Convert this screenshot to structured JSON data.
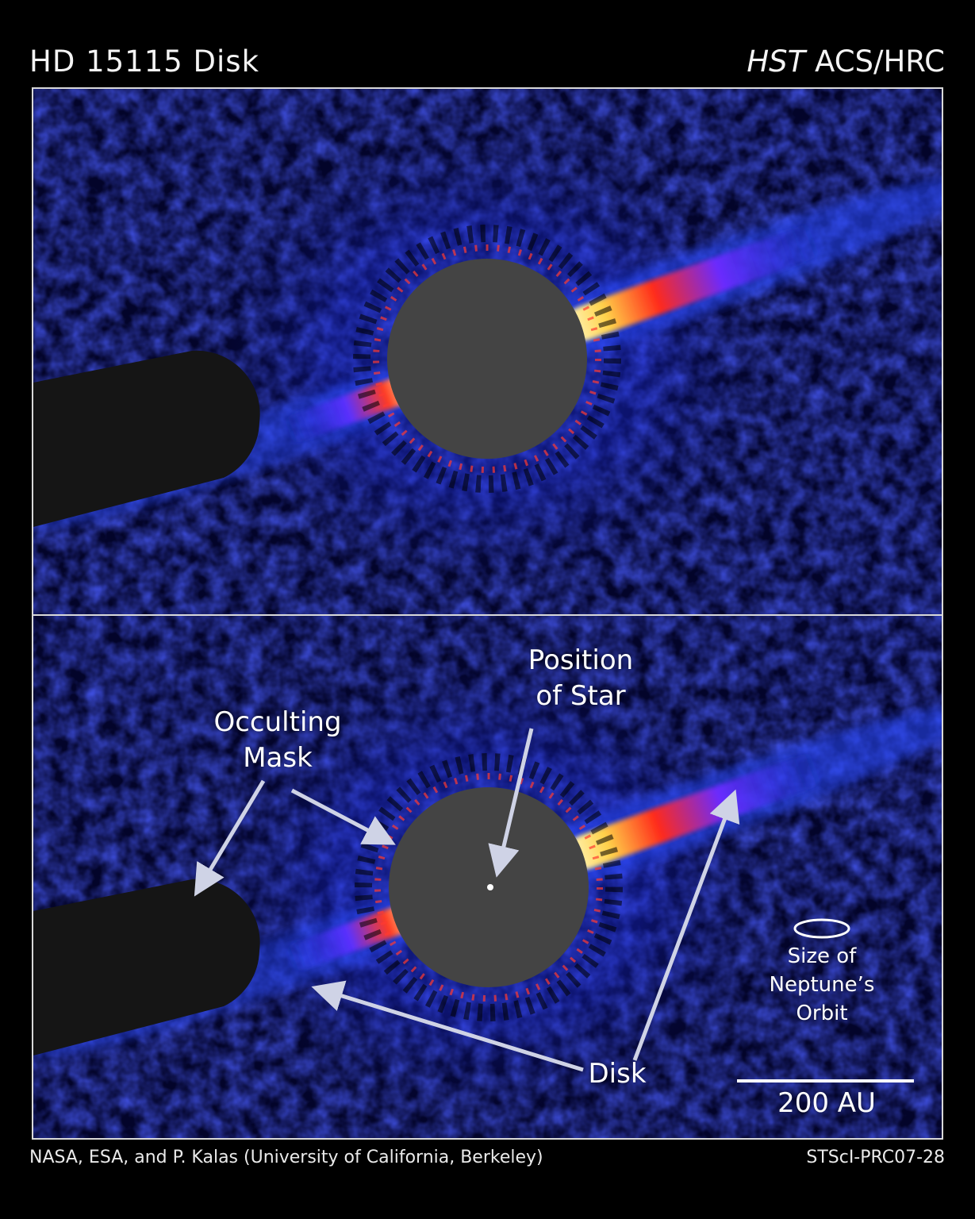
{
  "header": {
    "title": "HD 15115 Disk",
    "instrument_italic": "HST",
    "instrument_rest": " ACS/HRC"
  },
  "footer": {
    "credit": "NASA, ESA, and P. Kalas (University of California, Berkeley)",
    "release_id": "STScI-PRC07-28"
  },
  "panels": {
    "top": {
      "description": "Unlabeled coronagraphic image of HD 15115 debris disk"
    },
    "bottom": {
      "labels": {
        "position_of_star": "Position\nof Star",
        "occulting_mask": "Occulting\nMask",
        "disk": "Disk",
        "neptune_orbit": "Size of\nNeptune’s\nOrbit",
        "scale_bar": "200 AU"
      }
    }
  },
  "colors": {
    "background": "#000000",
    "frame": "#d9d9d9",
    "sky_blue": "#1a2fd6",
    "mask_circle": "#444444",
    "mask_bar": "#151515",
    "disk_hot": "#fff2a8",
    "disk_warm": "#ff2a1a",
    "arrow": "#cfd3e6"
  }
}
